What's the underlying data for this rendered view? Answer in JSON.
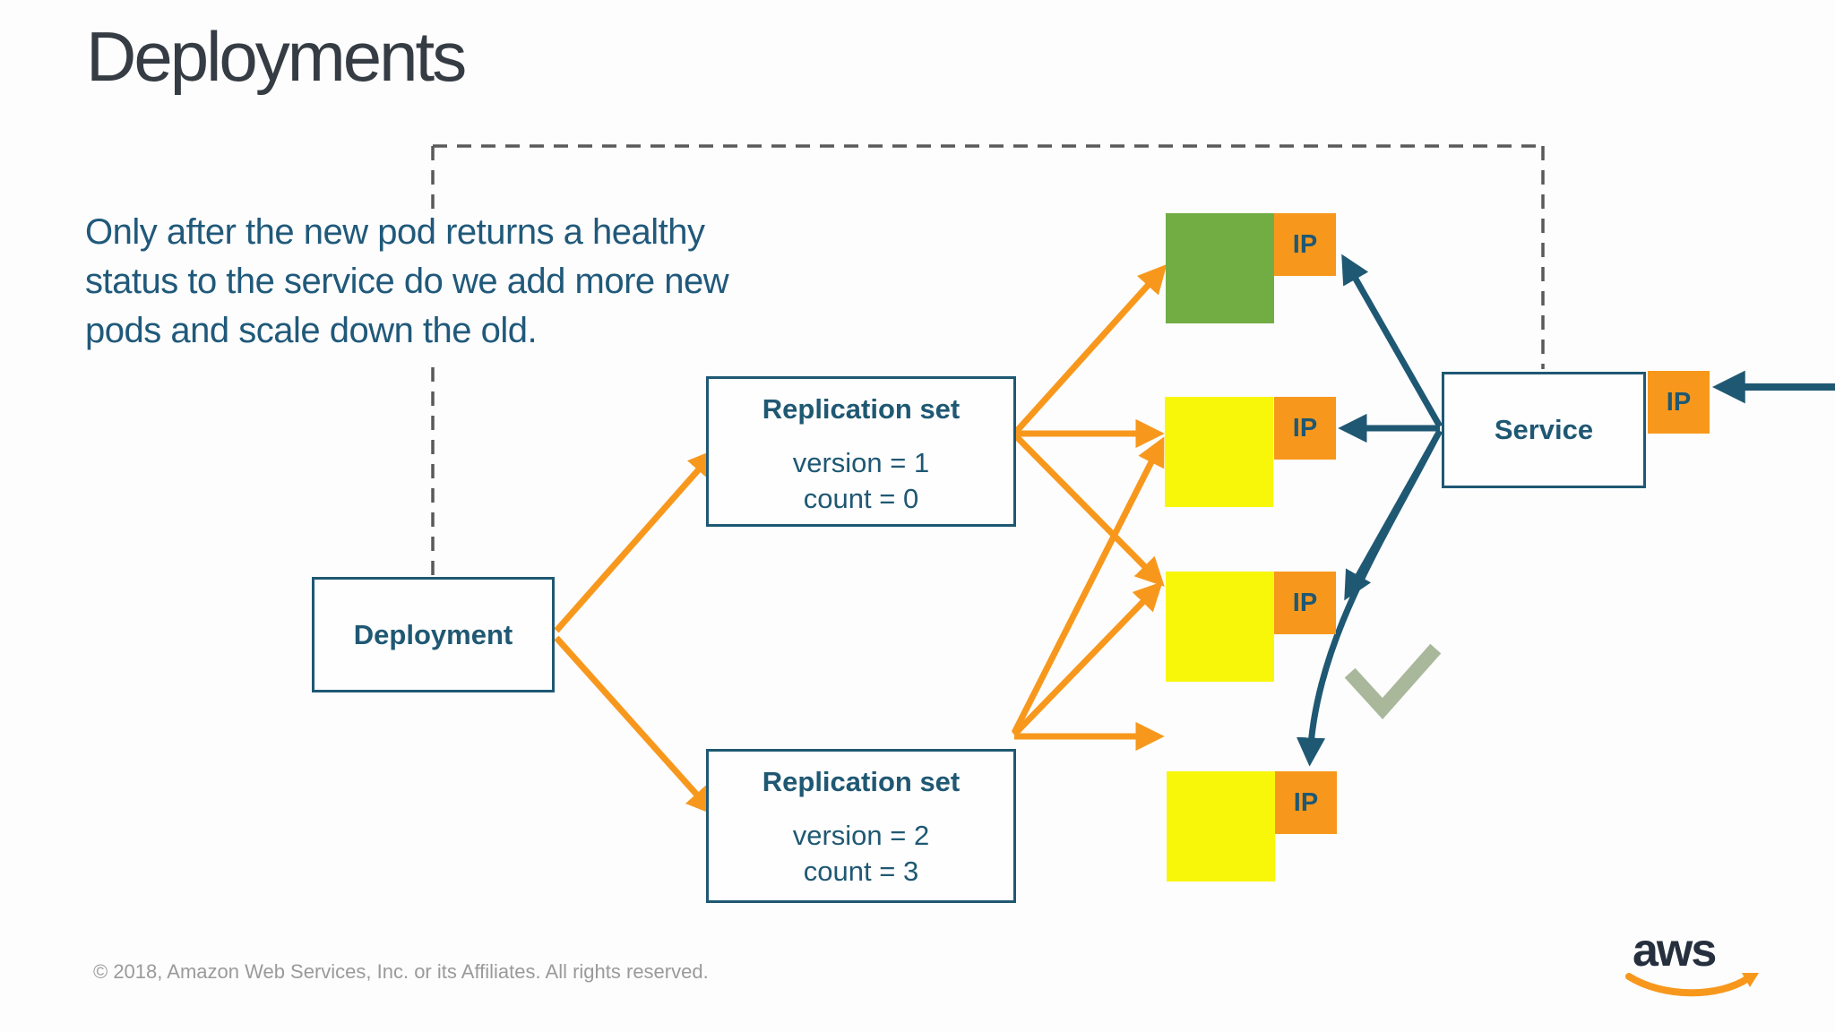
{
  "slide": {
    "title": "Deployments",
    "description_lines": [
      "Only after the new pod returns a healthy",
      "status to the service do we add more new",
      "pods and scale down the old."
    ],
    "footer": "© 2018, Amazon Web Services, Inc. or its Affiliates. All rights reserved.",
    "logo_text": "aws"
  },
  "diagram": {
    "deployment": {
      "label": "Deployment"
    },
    "replication_sets": [
      {
        "title": "Replication set",
        "version": "version = 1",
        "count": "count = 0"
      },
      {
        "title": "Replication set",
        "version": "version = 2",
        "count": "count = 3"
      }
    ],
    "service": {
      "label": "Service"
    },
    "ip_label": "IP",
    "pods": [
      {
        "color": "#72ad44"
      },
      {
        "color": "#f8f70a"
      },
      {
        "color": "#f8f70a"
      },
      {
        "color": "#f8f70a"
      }
    ]
  },
  "colors": {
    "accent_orange": "#f7981d",
    "teal": "#1f5873",
    "pod_green": "#72ad44",
    "pod_yellow": "#f8f70a",
    "dashed_gray": "#595959",
    "checkmark_green": "#a9b79b",
    "title_dark": "#353c43",
    "footer_gray": "#9a9a9a",
    "logo_navy": "#252f3e"
  }
}
